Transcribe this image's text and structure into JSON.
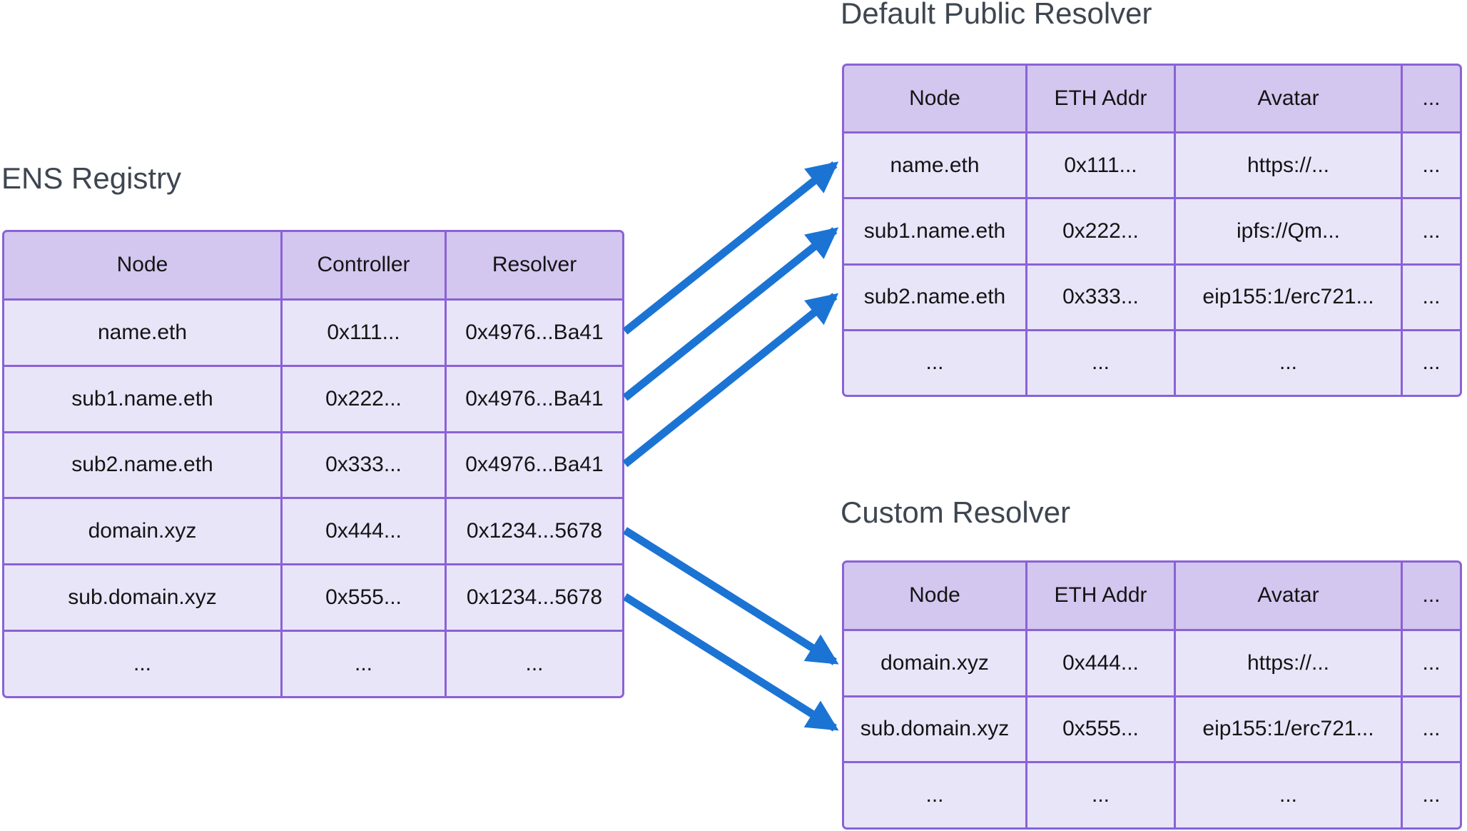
{
  "titles": {
    "registry": "ENS Registry",
    "default_resolver": "Default Public Resolver",
    "custom_resolver": "Custom Resolver"
  },
  "colors": {
    "table_border": "#8a62d6",
    "header_bg": "#d3c6ef",
    "row_bg": "#e9e5f9",
    "cell_text": "#141414",
    "title_text": "#3e4650",
    "arrow": "#1b74d4"
  },
  "tables": {
    "registry": {
      "headers": [
        "Node",
        "Controller",
        "Resolver"
      ],
      "rows": [
        [
          "name.eth",
          "0x111...",
          "0x4976...Ba41"
        ],
        [
          "sub1.name.eth",
          "0x222...",
          "0x4976...Ba41"
        ],
        [
          "sub2.name.eth",
          "0x333...",
          "0x4976...Ba41"
        ],
        [
          "domain.xyz",
          "0x444...",
          "0x1234...5678"
        ],
        [
          "sub.domain.xyz",
          "0x555...",
          "0x1234...5678"
        ],
        [
          "...",
          "...",
          "..."
        ]
      ]
    },
    "default_resolver": {
      "headers": [
        "Node",
        "ETH Addr",
        "Avatar",
        "..."
      ],
      "rows": [
        [
          "name.eth",
          "0x111...",
          "https://...",
          "..."
        ],
        [
          "sub1.name.eth",
          "0x222...",
          "ipfs://Qm...",
          "..."
        ],
        [
          "sub2.name.eth",
          "0x333...",
          "eip155:1/erc721...",
          "..."
        ],
        [
          "...",
          "...",
          "...",
          "..."
        ]
      ]
    },
    "custom_resolver": {
      "headers": [
        "Node",
        "ETH Addr",
        "Avatar",
        "..."
      ],
      "rows": [
        [
          "domain.xyz",
          "0x444...",
          "https://...",
          "..."
        ],
        [
          "sub.domain.xyz",
          "0x555...",
          "eip155:1/erc721...",
          "..."
        ],
        [
          "...",
          "...",
          "...",
          "..."
        ]
      ]
    }
  },
  "arrows": [
    {
      "from_table": "registry",
      "from_row": 0,
      "to_table": "default_resolver",
      "to_row": 0
    },
    {
      "from_table": "registry",
      "from_row": 1,
      "to_table": "default_resolver",
      "to_row": 1
    },
    {
      "from_table": "registry",
      "from_row": 2,
      "to_table": "default_resolver",
      "to_row": 2
    },
    {
      "from_table": "registry",
      "from_row": 3,
      "to_table": "custom_resolver",
      "to_row": 0
    },
    {
      "from_table": "registry",
      "from_row": 4,
      "to_table": "custom_resolver",
      "to_row": 1
    }
  ]
}
